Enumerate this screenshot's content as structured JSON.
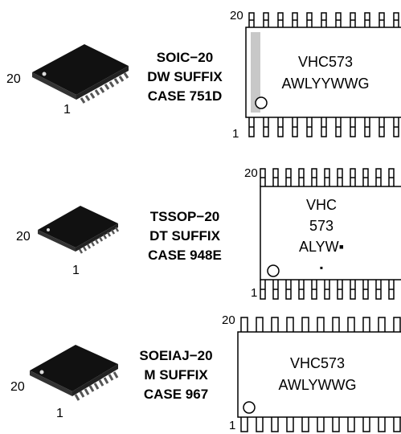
{
  "packages": [
    {
      "pin_first": "1",
      "pin_last": "20",
      "case_lines": [
        "SOIC−20",
        "DW SUFFIX",
        "CASE 751D"
      ],
      "marking_lines": [
        "VHC573",
        "AWLYYWWG"
      ]
    },
    {
      "pin_first": "1",
      "pin_last": "20",
      "case_lines": [
        "TSSOP−20",
        "DT SUFFIX",
        "CASE 948E"
      ],
      "marking_lines": [
        "VHC",
        "573",
        "ALYW▪",
        "▪"
      ]
    },
    {
      "pin_first": "1",
      "pin_last": "20",
      "case_lines": [
        "SOEIAJ−20",
        "M SUFFIX",
        "CASE 967"
      ],
      "marking_lines": [
        "VHC573",
        "AWLYWWG"
      ]
    }
  ]
}
